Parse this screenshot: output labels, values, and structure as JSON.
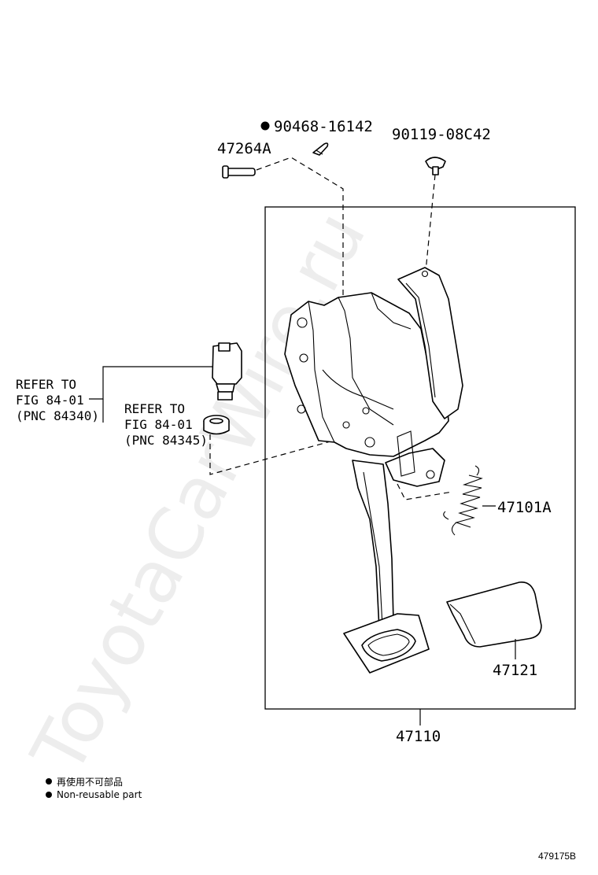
{
  "watermark": "ToyotaCarWire.ru",
  "parts": {
    "p1": "90468-16142",
    "p2": "47264A",
    "p3": "90119-08C42",
    "p4": "47101A",
    "p5": "47121",
    "p6": "47110"
  },
  "refs": {
    "ref1_line1": "REFER TO",
    "ref1_line2": "FIG 84-01",
    "ref1_line3": "(PNC 84340)",
    "ref2_line1": "REFER TO",
    "ref2_line2": "FIG 84-01",
    "ref2_line3": "(PNC 84345)"
  },
  "legend": {
    "jp": "再使用不可部品",
    "en": "Non-reusable part"
  },
  "figure_id": "479175B"
}
